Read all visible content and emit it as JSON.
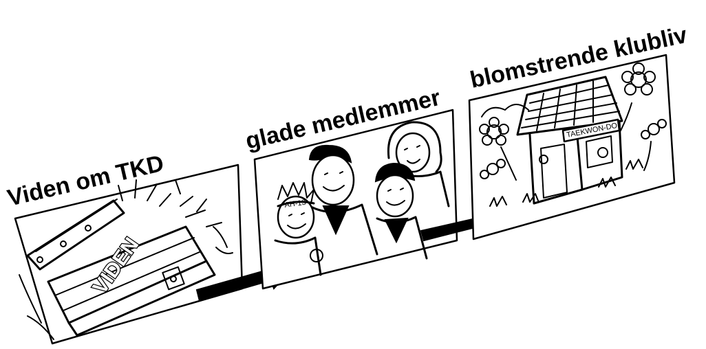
{
  "panels": [
    {
      "caption": "Viden om TKD",
      "stone_text": "VIDEN"
    },
    {
      "caption": "glade medlemmer",
      "headband_text": "AH-13"
    },
    {
      "caption": "blomstrende klubliv",
      "sign_text": "TAEKWON-DO"
    }
  ]
}
